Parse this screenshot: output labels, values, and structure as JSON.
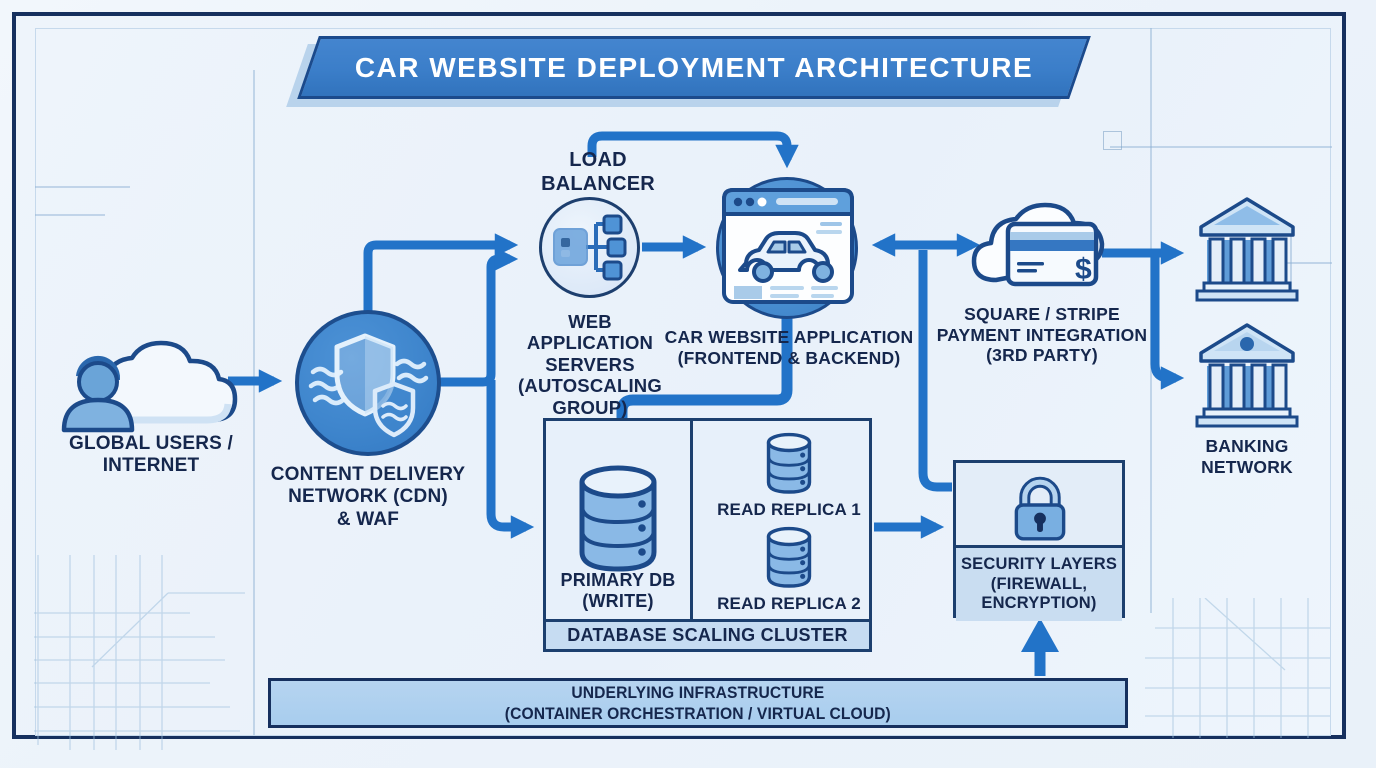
{
  "title": "CAR WEBSITE DEPLOYMENT ARCHITECTURE",
  "colors": {
    "arrow": "#2273c8",
    "frame_navy": "#16305e",
    "banner_blue": "#3b7ec9",
    "label_navy": "#15274d",
    "node_blue": "#3f86cd",
    "light_fill": "#e7f0fa"
  },
  "nodes": {
    "users": {
      "label": "GLOBAL USERS /\nINTERNET",
      "icon": "person-cloud-icon"
    },
    "cdn": {
      "label": "CONTENT DELIVERY\nNETWORK (CDN)\n& WAF",
      "icon": "shield-waf-icon"
    },
    "load_balancer": {
      "label": "LOAD\nBALANCER",
      "icon": "load-balancer-icon"
    },
    "web_servers": {
      "label": "WEB\nAPPLICATION\nSERVERS\n(AUTOSCALING\nGROUP)"
    },
    "app": {
      "label": "CAR WEBSITE APPLICATION\n(FRONTEND & BACKEND)",
      "icon": "browser-car-icon"
    },
    "payment": {
      "label": "SQUARE / STRIPE\nPAYMENT INTEGRATION\n(3RD PARTY)",
      "icon": "payment-cloud-icon"
    },
    "banking": {
      "label": "BANKING\nNETWORK",
      "icon": "bank-icon"
    },
    "primary_db": {
      "label": "PRIMARY DB\n(WRITE)",
      "icon": "database-icon"
    },
    "read_replica_1": {
      "label": "READ REPLICA 1",
      "icon": "database-icon"
    },
    "read_replica_2": {
      "label": "READ REPLICA 2",
      "icon": "database-icon"
    },
    "db_cluster": {
      "label": "DATABASE SCALING CLUSTER"
    },
    "security": {
      "label": "SECURITY LAYERS\n(FIREWALL,\nENCRYPTION)",
      "icon": "lock-icon"
    },
    "infrastructure": {
      "label": "UNDERLYING INFRASTRUCTURE\n(CONTAINER ORCHESTRATION / VIRTUAL CLOUD)"
    }
  }
}
